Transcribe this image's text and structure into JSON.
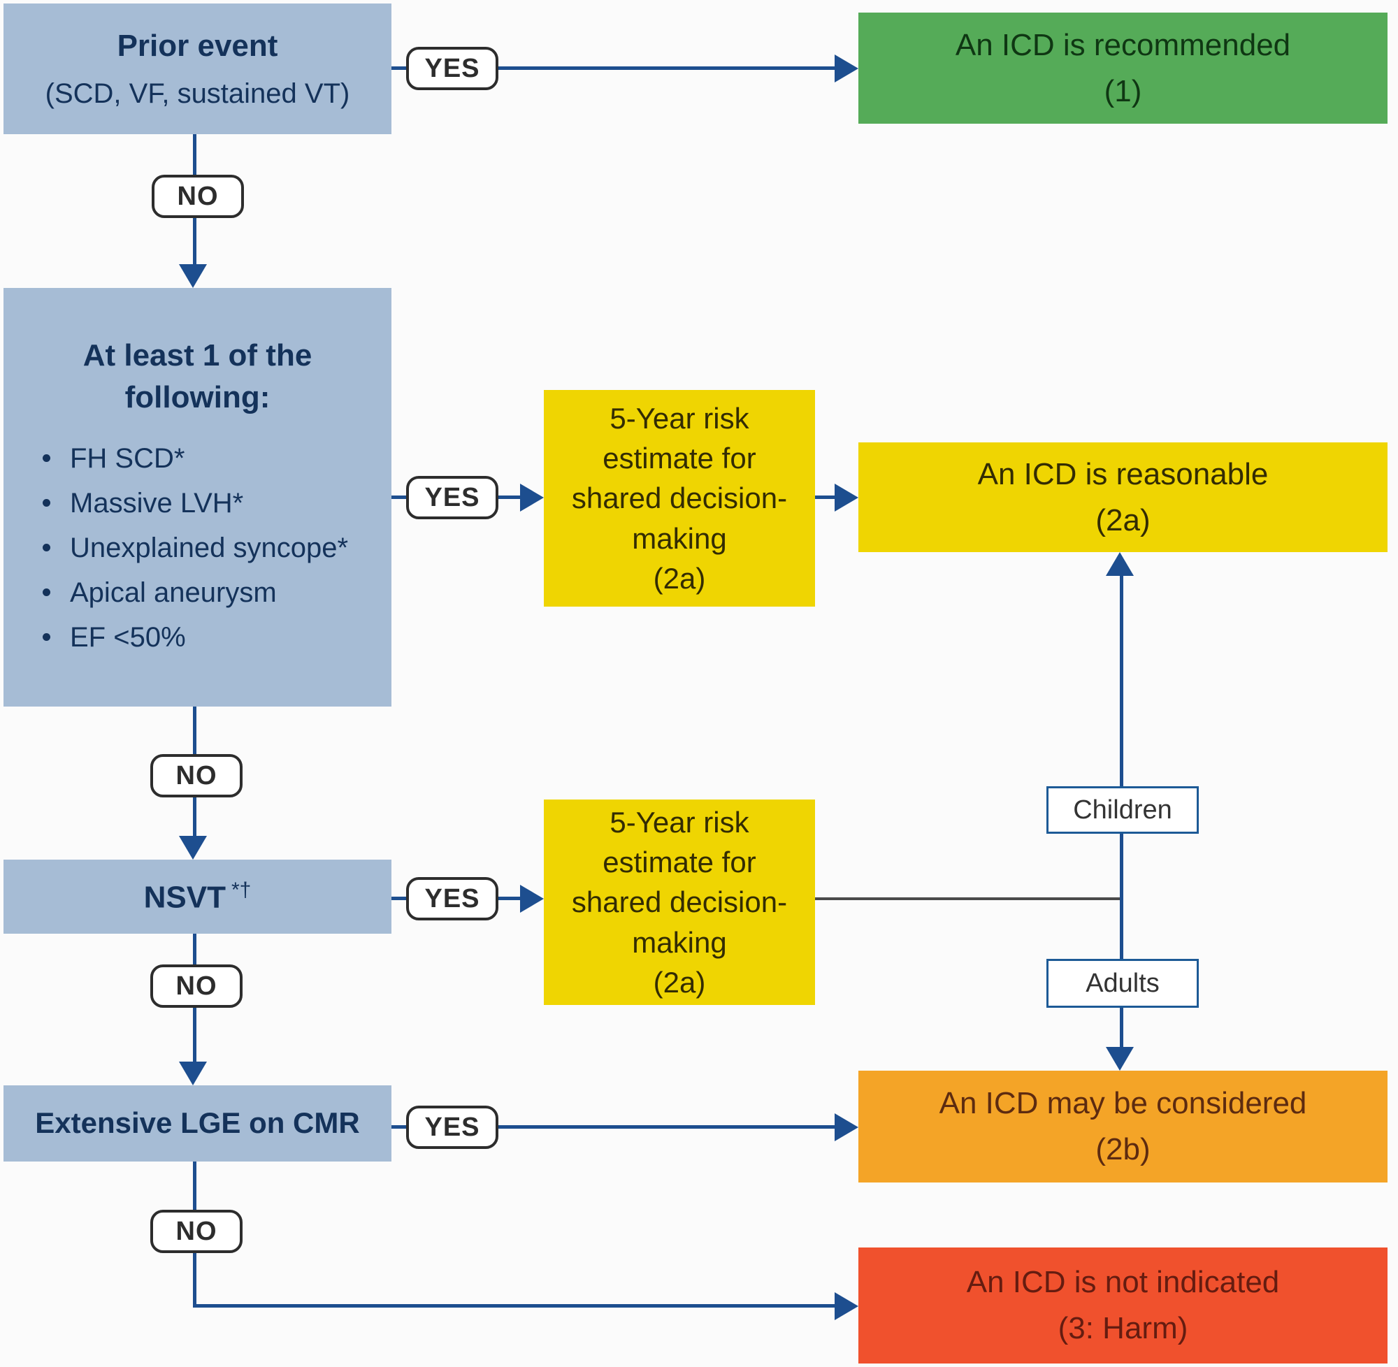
{
  "labels": {
    "yes": "YES",
    "no": "NO",
    "children": "Children",
    "adults": "Adults"
  },
  "nodes": {
    "prior_event": {
      "title": "Prior event",
      "subtitle": "(SCD, VF, sustained VT)"
    },
    "criteria": {
      "heading_line1": "At least 1 of the",
      "heading_line2": "following:",
      "bullets": [
        "FH SCD*",
        "Massive LVH*",
        "Unexplained syncope*",
        "Apical aneurysm",
        "EF <50%"
      ]
    },
    "nsvt": {
      "title": "NSVT",
      "superscript": "*†"
    },
    "lge": {
      "title": "Extensive LGE on CMR"
    },
    "risk_estimate": {
      "lines": [
        "5-Year risk",
        "estimate for",
        "shared decision-",
        "making",
        "(2a)"
      ]
    }
  },
  "outcomes": {
    "recommended": {
      "text": "An ICD is recommended",
      "class_label": "(1)",
      "color": "#55ab58"
    },
    "reasonable": {
      "text": "An ICD is reasonable",
      "class_label": "(2a)",
      "color": "#efd502"
    },
    "may_be_considered": {
      "text": "An ICD may be considered",
      "class_label": "(2b)",
      "color": "#f4a427"
    },
    "not_indicated": {
      "text": "An ICD is not indicated",
      "class_label": "(3: Harm)",
      "color": "#f0512d"
    }
  },
  "palette": {
    "node_blue": "#a6bcd5",
    "risk_yellow": "#efd502",
    "arrow_navy": "#1d4e8f",
    "connector_gray": "#4a4a4a",
    "text_navy": "#14325a"
  }
}
